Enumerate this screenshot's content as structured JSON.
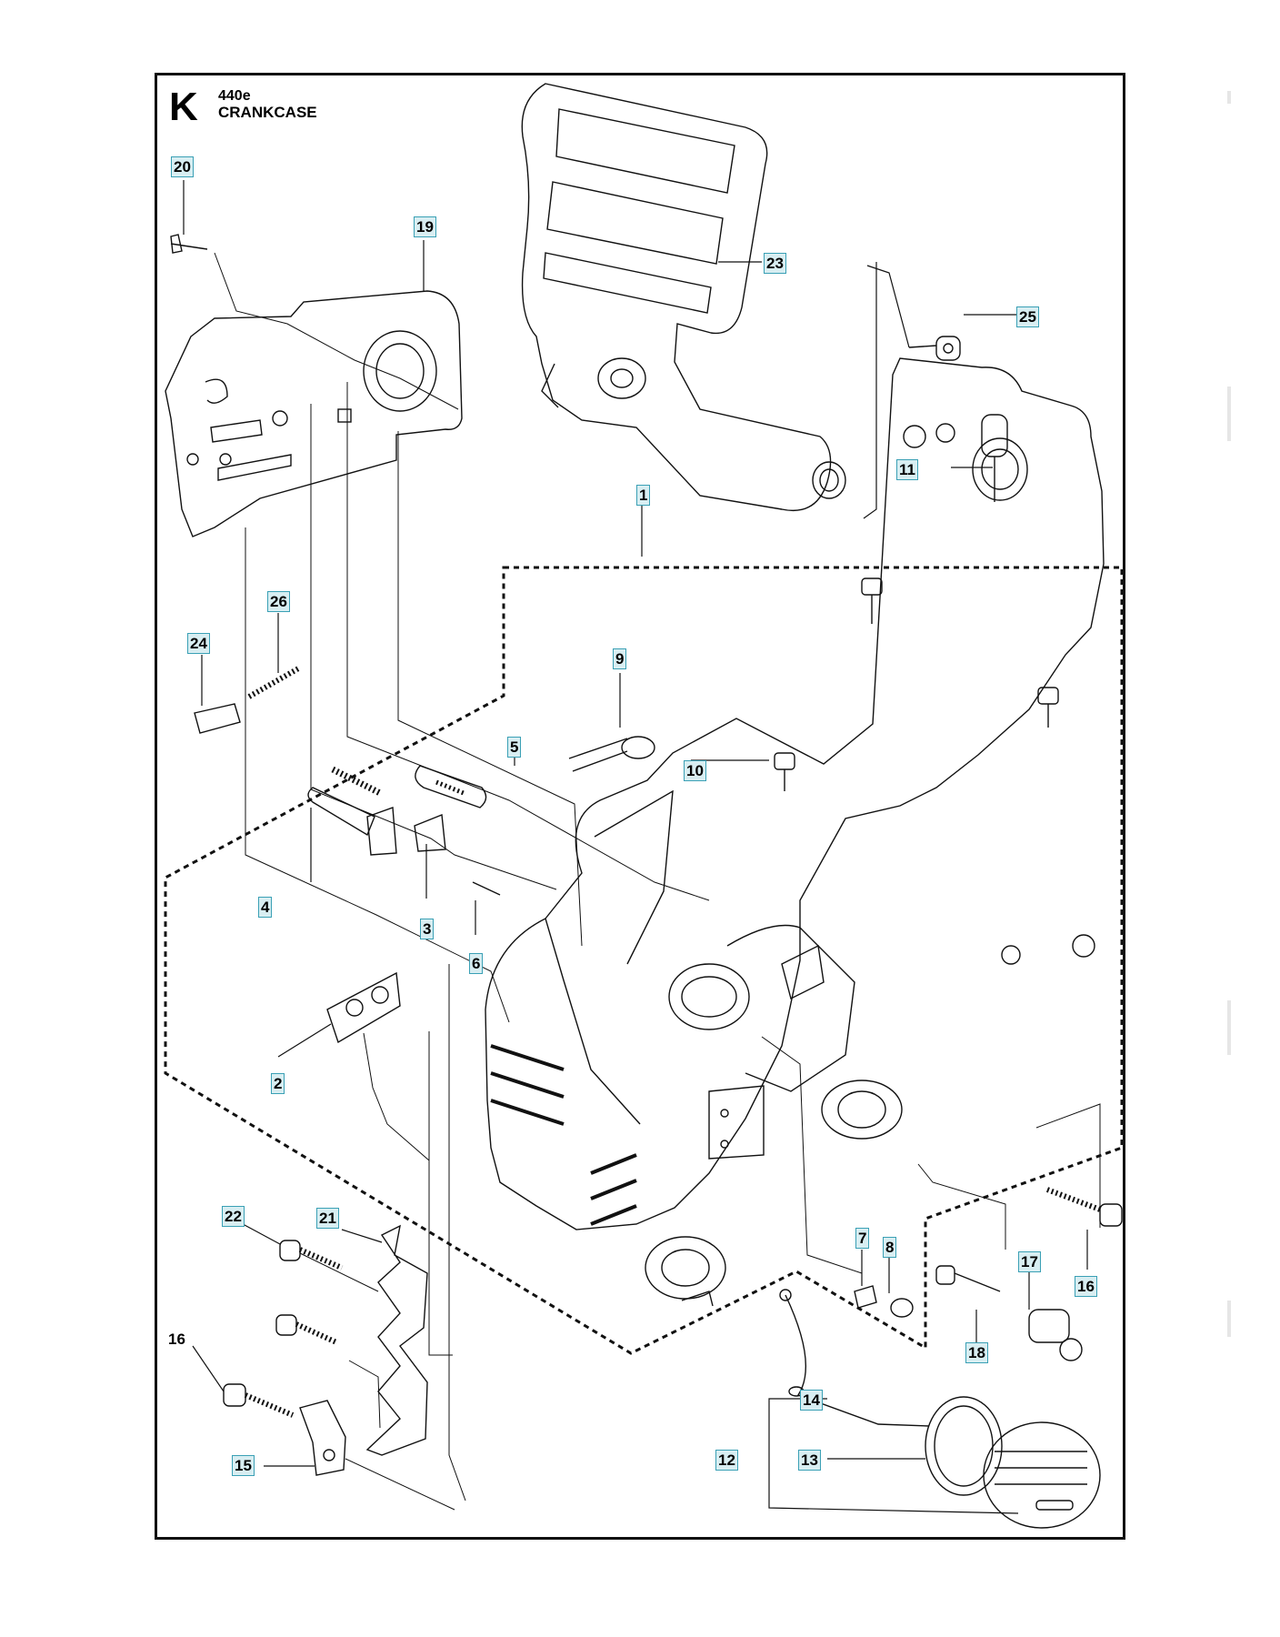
{
  "header": {
    "section_letter": "K",
    "model": "440e",
    "title": "CRANKCASE"
  },
  "callouts": [
    {
      "id": "c20",
      "label": "20",
      "boxed": true
    },
    {
      "id": "c19",
      "label": "19",
      "boxed": true
    },
    {
      "id": "c23",
      "label": "23",
      "boxed": true
    },
    {
      "id": "c25",
      "label": "25",
      "boxed": true
    },
    {
      "id": "c11",
      "label": "11",
      "boxed": true
    },
    {
      "id": "c1",
      "label": "1",
      "boxed": true
    },
    {
      "id": "c26",
      "label": "26",
      "boxed": true
    },
    {
      "id": "c24",
      "label": "24",
      "boxed": true
    },
    {
      "id": "c9",
      "label": "9",
      "boxed": true
    },
    {
      "id": "c5",
      "label": "5",
      "boxed": true
    },
    {
      "id": "c10",
      "label": "10",
      "boxed": true
    },
    {
      "id": "c4",
      "label": "4",
      "boxed": true
    },
    {
      "id": "c3",
      "label": "3",
      "boxed": true
    },
    {
      "id": "c6",
      "label": "6",
      "boxed": true
    },
    {
      "id": "c2",
      "label": "2",
      "boxed": true
    },
    {
      "id": "c22",
      "label": "22",
      "boxed": true
    },
    {
      "id": "c21",
      "label": "21",
      "boxed": true
    },
    {
      "id": "c7",
      "label": "7",
      "boxed": true
    },
    {
      "id": "c8",
      "label": "8",
      "boxed": true
    },
    {
      "id": "c17",
      "label": "17",
      "boxed": true
    },
    {
      "id": "c16a",
      "label": "16",
      "boxed": true
    },
    {
      "id": "c18",
      "label": "18",
      "boxed": true
    },
    {
      "id": "c16b",
      "label": "16",
      "boxed": false
    },
    {
      "id": "c14",
      "label": "14",
      "boxed": true
    },
    {
      "id": "c15",
      "label": "15",
      "boxed": true
    },
    {
      "id": "c12",
      "label": "12",
      "boxed": true
    },
    {
      "id": "c13",
      "label": "13",
      "boxed": true
    }
  ],
  "colors": {
    "callout_fill": "#d8eef2",
    "callout_border": "#3aa0b5",
    "line": "#111111"
  }
}
